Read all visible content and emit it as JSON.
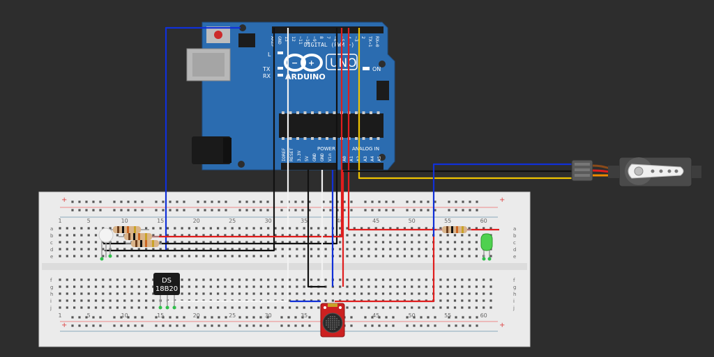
{
  "arduino": {
    "brand": "ARDUINO",
    "model": "UNO",
    "digital_label": "DIGITAL (PWM ~)",
    "power_label": "POWER",
    "analog_label": "ANALOG IN",
    "on_label": "ON",
    "l_label": "L",
    "tx_label": "TX",
    "rx_label": "RX",
    "top_pins": [
      "AREF",
      "GND",
      "13",
      "12",
      "~11",
      "~10",
      "~9",
      "8",
      "7",
      "~6",
      "~5",
      "4",
      "~3",
      "2",
      "TX→1",
      "RX←0"
    ],
    "power_pins": [
      "IOREF",
      "RESET",
      "3.3V",
      "5V",
      "GND",
      "GND",
      "Vin"
    ],
    "analog_pins": [
      "A0",
      "A1",
      "A2",
      "A3",
      "A4",
      "A5"
    ]
  },
  "breadboard": {
    "col_labels": [
      "1",
      "5",
      "10",
      "15",
      "20",
      "25",
      "30",
      "35",
      "40",
      "45",
      "50",
      "55",
      "60"
    ],
    "row_labels_top": [
      "a",
      "b",
      "c",
      "d",
      "e"
    ],
    "row_labels_bottom": [
      "f",
      "g",
      "h",
      "i",
      "j"
    ],
    "rail_plus": "+",
    "rail_minus": "−"
  },
  "sensor": {
    "line1": "DS",
    "line2": "18B20"
  },
  "colors": {
    "background": "#2d2d2d",
    "board": "#2b6cb0",
    "wire_red": "#e01e1e",
    "wire_blue": "#1030d8",
    "wire_black": "#111111",
    "wire_white": "#f2f2f2",
    "wire_yellow": "#f0c400",
    "breadboard": "#ebebeb"
  }
}
